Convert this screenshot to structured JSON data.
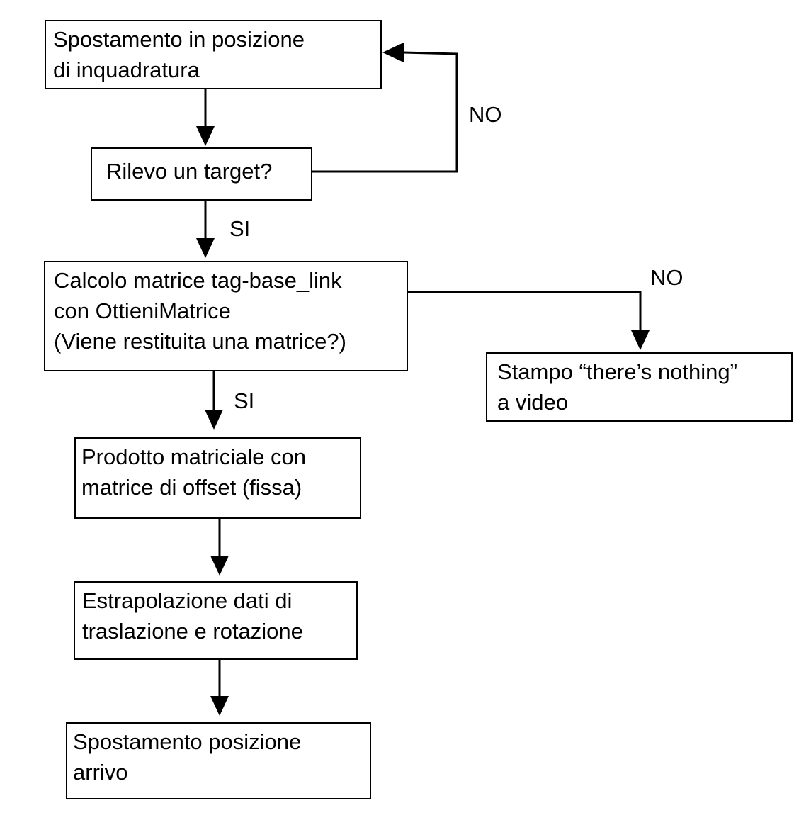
{
  "diagram": {
    "nodes": {
      "move_framing": {
        "lines": [
          "Spostamento in posizione",
          "di inquadratura"
        ]
      },
      "detect_target": {
        "lines": [
          "Rilevo un target?"
        ]
      },
      "compute_matrix": {
        "lines": [
          "Calcolo matrice tag-base_link",
          "con OttieniMatrice",
          "(Viene restituita una matrice?)"
        ]
      },
      "print_nothing": {
        "lines": [
          "Stampo “there’s nothing”",
          "a video"
        ]
      },
      "matrix_product": {
        "lines": [
          "Prodotto matriciale con",
          "matrice di offset (fissa)"
        ]
      },
      "extract_data": {
        "lines": [
          "Estrapolazione dati di",
          "traslazione e rotazione"
        ]
      },
      "move_arrival": {
        "lines": [
          "Spostamento posizione",
          "arrivo"
        ]
      }
    },
    "edges": {
      "detect_no": "NO",
      "detect_yes": "SI",
      "matrix_no": "NO",
      "matrix_yes": "SI"
    },
    "stroke_color": "#000000",
    "background_color": "#ffffff"
  }
}
